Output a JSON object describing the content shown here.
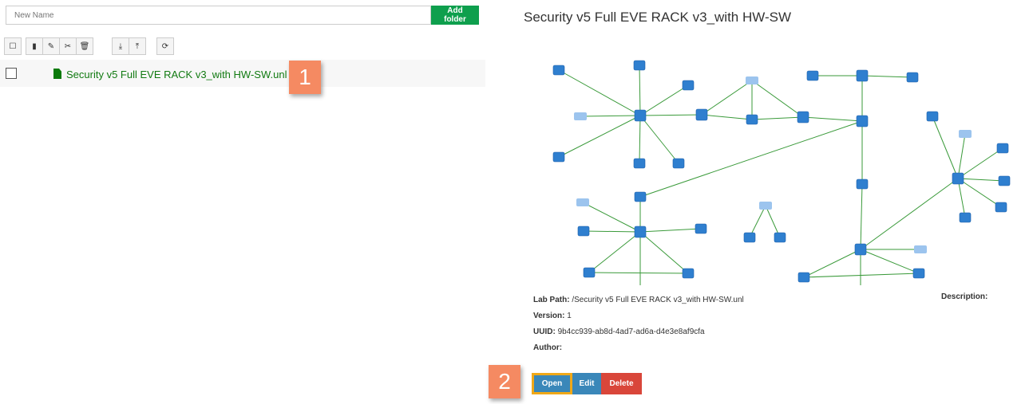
{
  "folder_form": {
    "placeholder": "New Name",
    "add_label": "Add folder"
  },
  "toolbar": [
    {
      "icon": "select-all-icon",
      "glyph": "☐"
    },
    {
      "icon": "new-file-icon",
      "glyph": "▮"
    },
    {
      "icon": "pencil-icon",
      "glyph": "✎"
    },
    {
      "icon": "scissors-icon",
      "glyph": "✂"
    },
    {
      "icon": "trash-icon",
      "glyph": "🗑"
    },
    {
      "icon": "import-icon",
      "glyph": "⤓"
    },
    {
      "icon": "export-icon",
      "glyph": "⤒"
    },
    {
      "icon": "refresh-icon",
      "glyph": "⟳"
    }
  ],
  "file": {
    "name": "Security v5 Full EVE RACK v3_with HW-SW.unl"
  },
  "callouts": {
    "one": "1",
    "two": "2"
  },
  "lab": {
    "title": "Security v5 Full EVE RACK v3_with HW-SW",
    "path_label": "Lab Path:",
    "path": "/Security v5 Full EVE RACK v3_with HW-SW.unl",
    "version_label": "Version:",
    "version": "1",
    "uuid_label": "UUID:",
    "uuid": "9b4cc939-ab8d-4ad7-ad6a-d4e3e8af9cfa",
    "author_label": "Author:",
    "author": "",
    "description_label": "Description:"
  },
  "actions": {
    "open": "Open",
    "edit": "Edit",
    "delete": "Delete"
  },
  "colors": {
    "green": "#0e9f4d",
    "blue": "#3a87b9",
    "red": "#d9463a",
    "badge": "#f58a62",
    "highlight": "#f0a818"
  }
}
